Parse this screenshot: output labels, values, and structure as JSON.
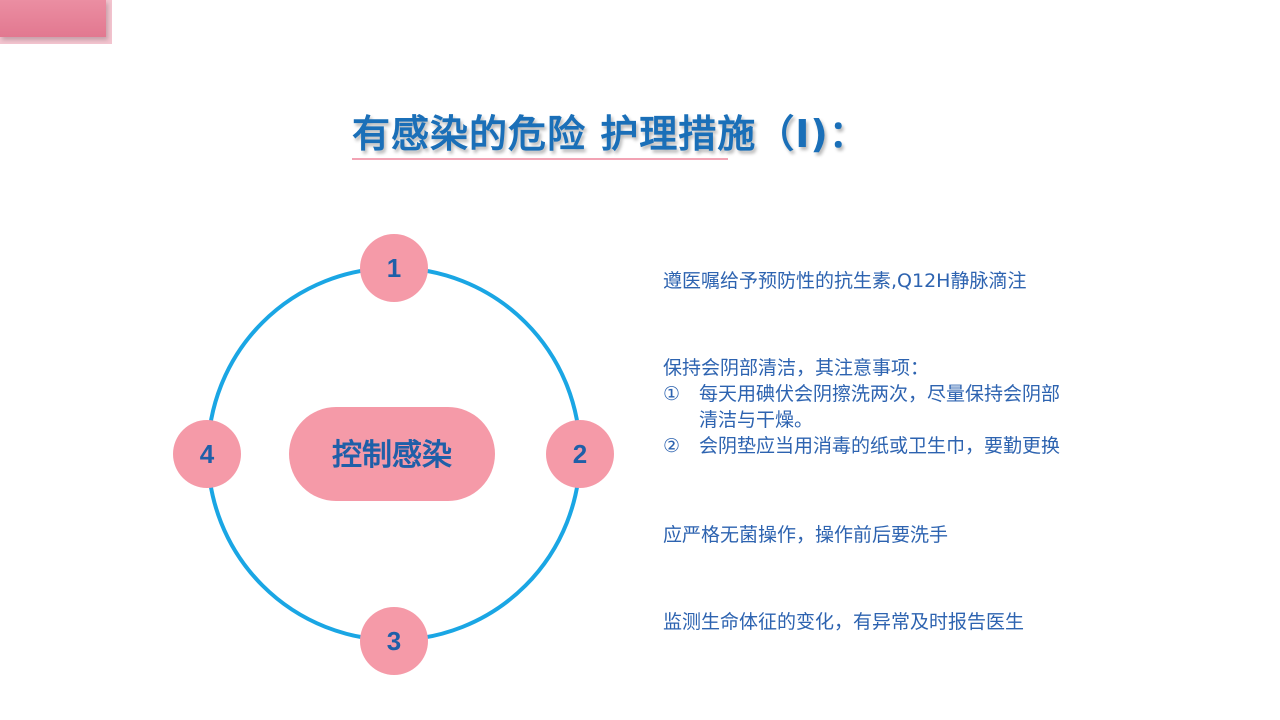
{
  "title": "有感染的危险 护理措施（I)：",
  "diagram": {
    "center": "控制感染",
    "nodes": [
      "1",
      "2",
      "3",
      "4"
    ],
    "colors": {
      "ring": "#1aa6e4",
      "node_fill": "#f59aa8",
      "center_fill": "#f59aa8",
      "text": "#1f5fa8"
    }
  },
  "items": [
    {
      "text": "遵医嘱给予预防性的抗生素,Q12H静脉滴注"
    },
    {
      "text": "保持会阴部清洁，其注意事项：",
      "subitems": [
        {
          "num": "①",
          "line1": "每天用碘伏会阴擦洗两次，尽量保持会阴部",
          "line2": "清洁与干燥。"
        },
        {
          "num": "②",
          "line1": "会阴垫应当用消毒的纸或卫生巾，要勤更换"
        }
      ]
    },
    {
      "text": "应严格无菌操作，操作前后要洗手"
    },
    {
      "text": "监测生命体征的变化，有异常及时报告医生"
    }
  ]
}
